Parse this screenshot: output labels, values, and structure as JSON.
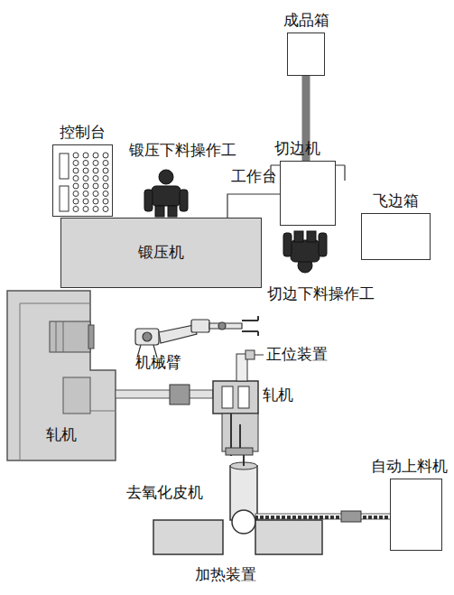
{
  "diagram": {
    "nodes": [
      {
        "text": [
          "成品箱"
        ]
      },
      {
        "text": [
          "控制台"
        ]
      },
      {
        "text": [
          "切边机"
        ]
      },
      {
        "text": [
          "飞边箱"
        ]
      },
      {
        "text": [
          "锻压机"
        ]
      },
      {
        "text": [
          "轧机"
        ]
      },
      {
        "text": [
          "自动上料机"
        ]
      }
    ],
    "edges": [
      {
        "from": 2,
        "to": 0,
        "arrow": "none"
      }
    ],
    "labels": [
      "锻压下料操作工",
      "工作台",
      "切边下料操作工",
      "机械臂",
      "正位装置",
      "轧机",
      "去氧化皮机",
      "加热装置"
    ]
  }
}
